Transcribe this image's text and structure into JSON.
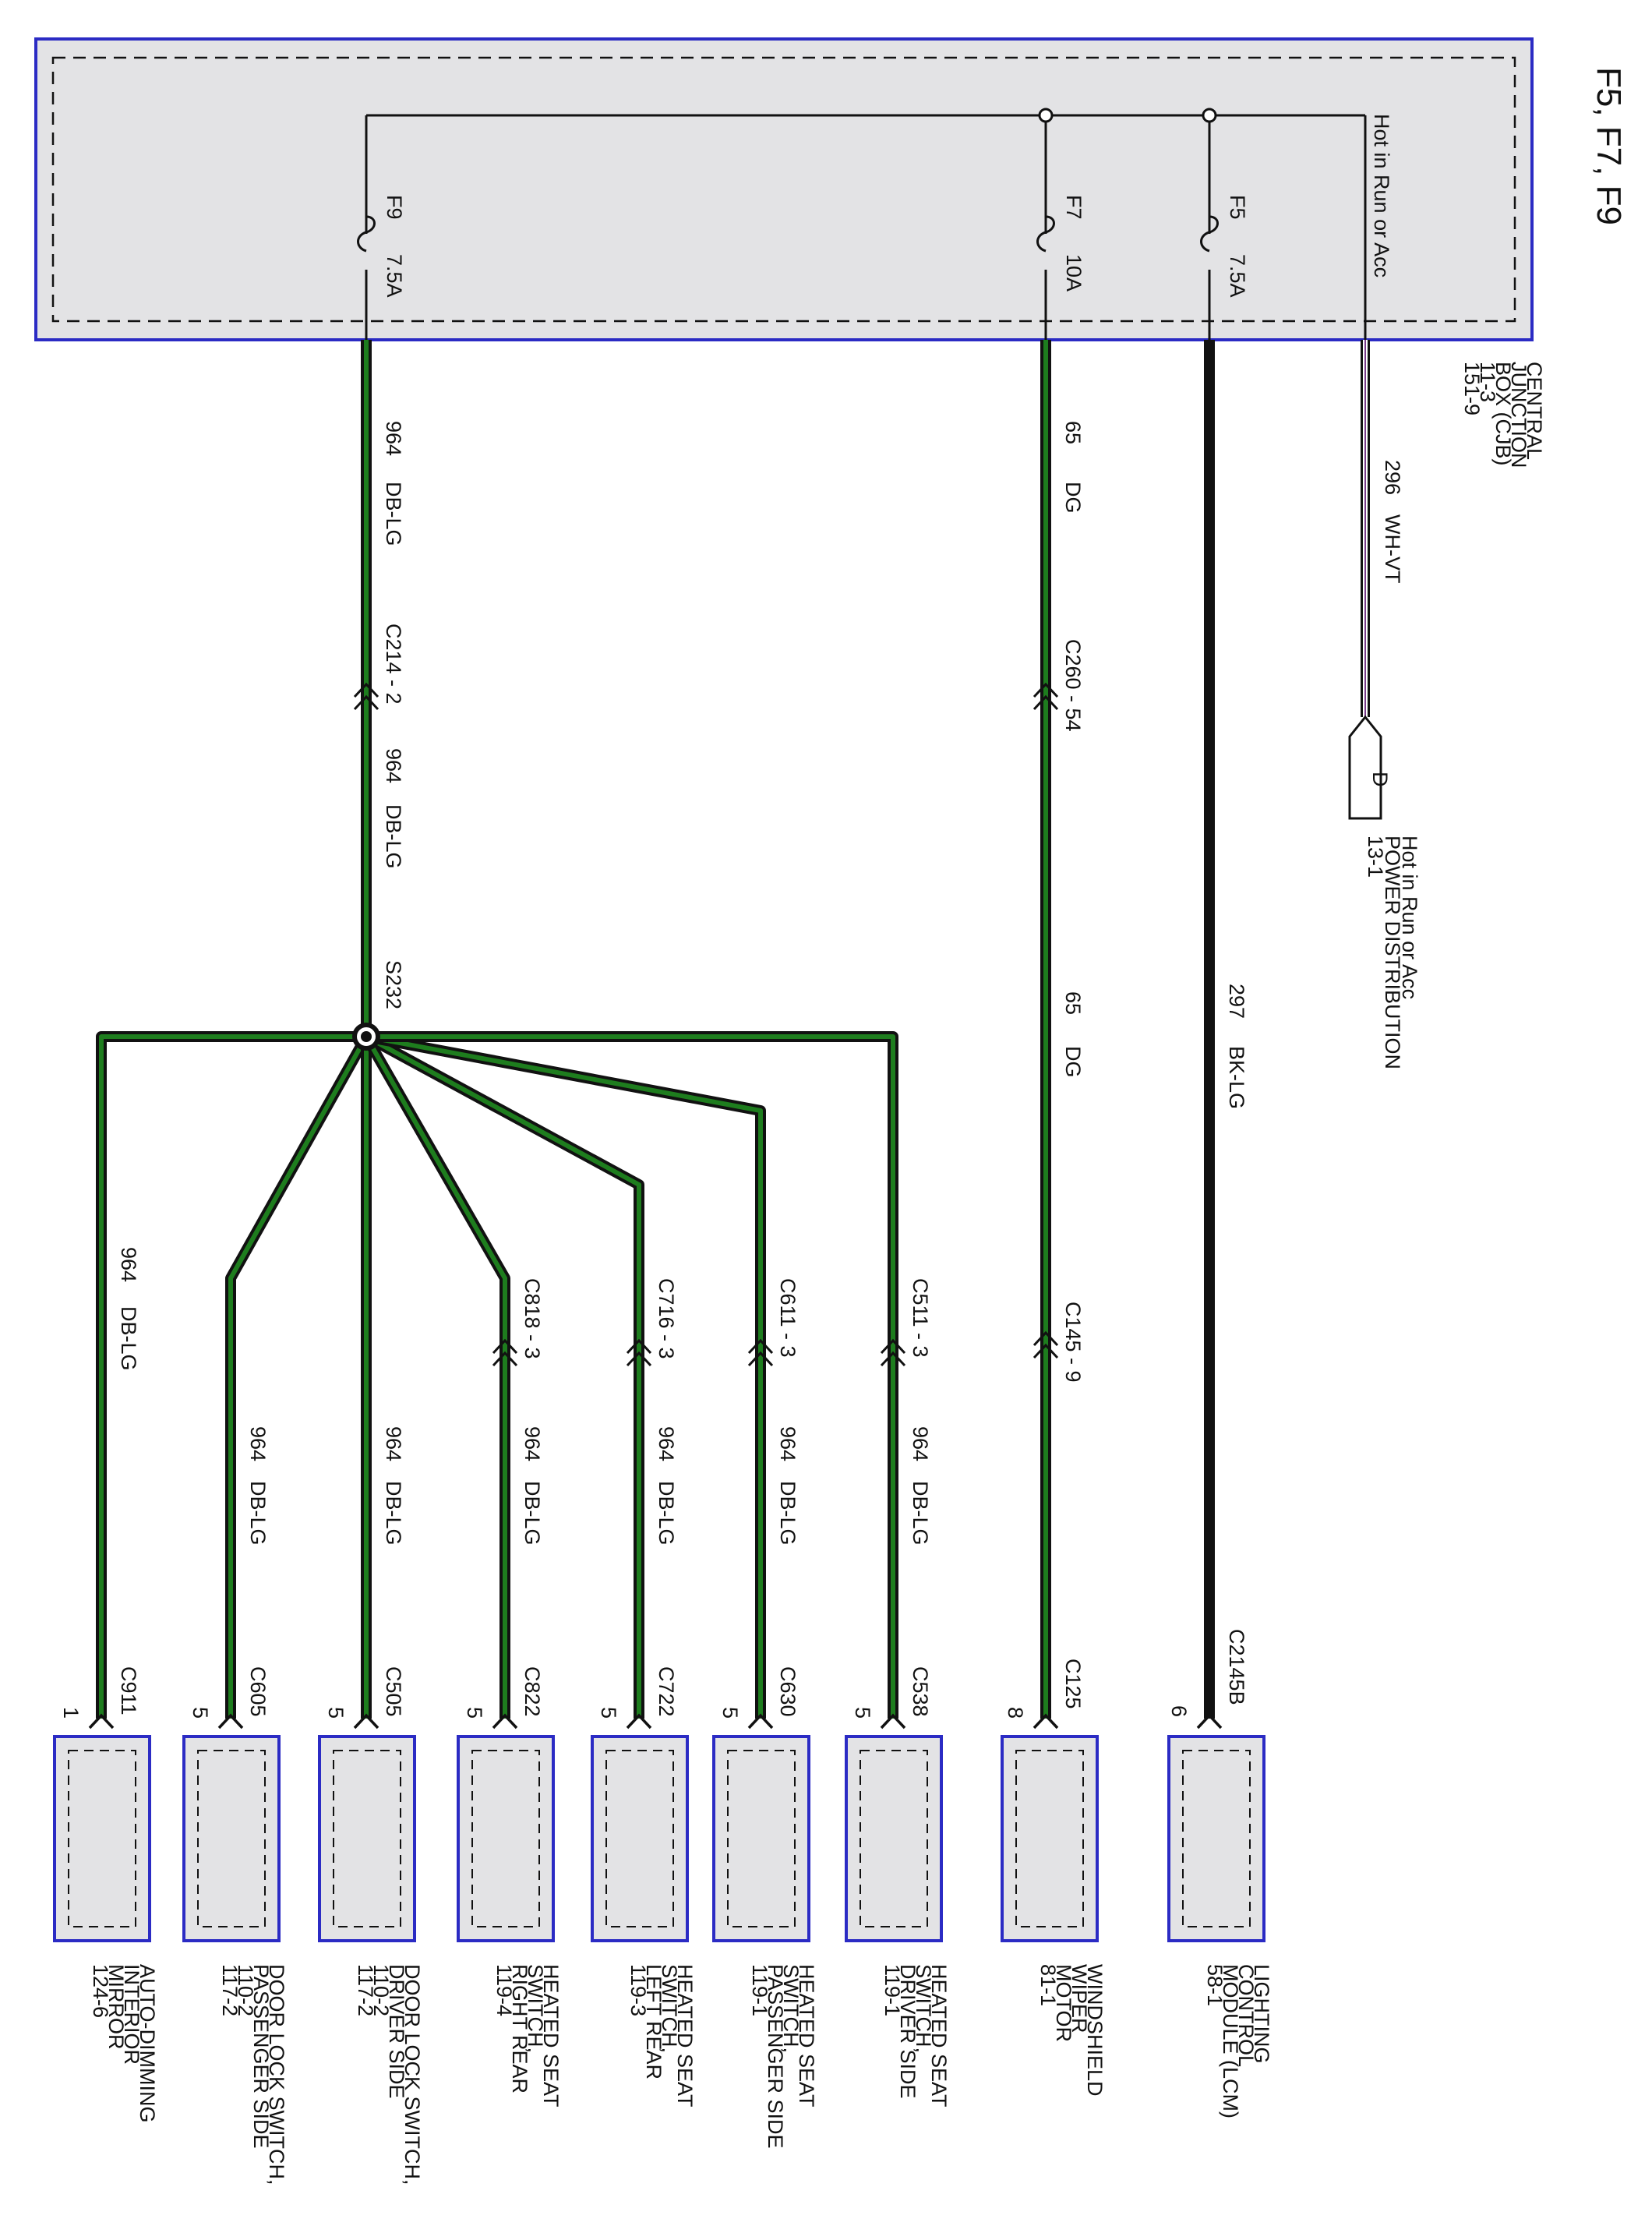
{
  "title": "F5, F7, F9",
  "colors": {
    "box_fill": "#e3e3e5",
    "box_border": "#2b2bc4",
    "wire_black": "#111111",
    "wire_green": "#1e7d1e",
    "wire_violet": "#7a3a8a"
  },
  "cjb": {
    "name_lines": [
      "CENTRAL",
      "JUNCTION",
      "BOX (CJB)",
      "11-3",
      "151-9"
    ],
    "hot_label": "Hot in Run or Acc",
    "fuses": [
      {
        "id": "F9",
        "rating": "7.5A"
      },
      {
        "id": "F7",
        "rating": "10A"
      },
      {
        "id": "F5",
        "rating": "7.5A"
      }
    ]
  },
  "power_dist": {
    "circuit": "296",
    "color_code": "WH-VT",
    "ref_letter": "D",
    "label_lines": [
      "Hot in Run or Acc",
      "POWER DISTRIBUTION",
      "13-1"
    ]
  },
  "f5_run": {
    "circuit": "297",
    "color_code": "BK-LG",
    "connector": "C2145B",
    "pin": "6",
    "component": [
      "LIGHTING",
      "CONTROL",
      "MODULE (LCM)",
      "58-1"
    ]
  },
  "f7_run": {
    "circuit": "65",
    "color_code": "DG",
    "inline_connectors": [
      "C260 - 54",
      "C145 - 9"
    ],
    "connector": "C125",
    "pin": "8",
    "component": [
      "WINDSHIELD",
      "WIPER",
      "MOTOR",
      "81-1"
    ]
  },
  "f9_run": {
    "circuit": "964",
    "color_code": "DB-LG",
    "inline_connector": "C214 - 2",
    "splice": "S232",
    "branches": [
      {
        "key": "mirror",
        "inline": "",
        "connector": "C911",
        "pin": "1",
        "component": [
          "AUTO-DIMMING",
          "INTERIOR",
          "MIRROR",
          "124-6"
        ]
      },
      {
        "key": "dlps",
        "inline": "",
        "connector": "C605",
        "pin": "5",
        "component": [
          "DOOR LOCK SWITCH,",
          "PASSENGER SIDE",
          "110-2",
          "117-2"
        ]
      },
      {
        "key": "dlds",
        "inline": "",
        "connector": "C505",
        "pin": "5",
        "component": [
          "DOOR LOCK SWITCH,",
          "DRIVER SIDE",
          "110-2",
          "117-2"
        ]
      },
      {
        "key": "hsrr",
        "inline": "C818 - 3",
        "connector": "C822",
        "pin": "5",
        "component": [
          "HEATED SEAT",
          "SWITCH,",
          "RIGHT REAR",
          "119-4"
        ]
      },
      {
        "key": "hslr",
        "inline": "C716 - 3",
        "connector": "C722",
        "pin": "5",
        "component": [
          "HEATED SEAT",
          "SWITCH,",
          "LEFT REAR",
          "119-3"
        ]
      },
      {
        "key": "hsps",
        "inline": "C611 - 3",
        "connector": "C630",
        "pin": "5",
        "component": [
          "HEATED SEAT",
          "SWITCH,",
          "PASSENGER SIDE",
          "119-1"
        ]
      },
      {
        "key": "hsds",
        "inline": "C511 - 3",
        "connector": "C538",
        "pin": "5",
        "component": [
          "HEATED SEAT",
          "SWITCH,",
          "DRIVER SIDE",
          "119-1"
        ]
      }
    ]
  }
}
